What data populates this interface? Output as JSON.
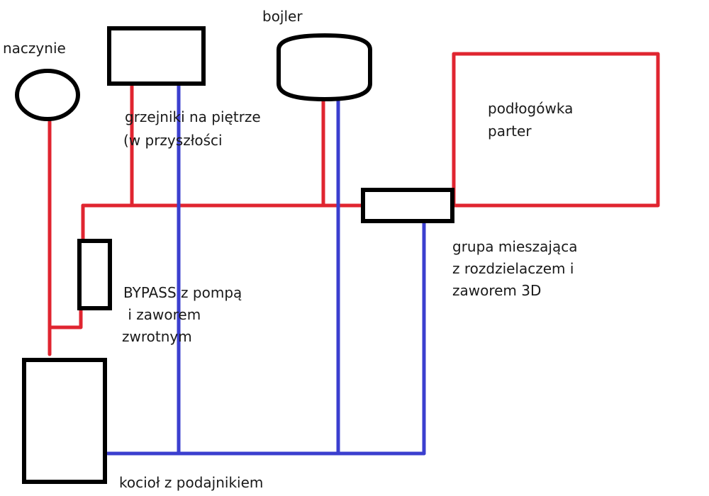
{
  "labels": {
    "naczynie": "naczynie",
    "bojler": "bojler",
    "grzejniki_line1": "grzejniki na piętrze",
    "grzejniki_line2": "(w przyszłości",
    "podlogowka_line1": "podłogówka",
    "podlogowka_line2": "parter",
    "grupa_line1": "grupa mieszająca",
    "grupa_line2": "z rozdzielaczem i",
    "grupa_line3": "zaworem 3D",
    "bypass_line1": "BYPASS z pompą",
    "bypass_line2": " i zaworem",
    "bypass_line3": "zwrotnym",
    "kociol": "kocioł z podajnikiem"
  },
  "colors": {
    "supply": "#e02530",
    "return": "#3b3fcf",
    "outline": "#000000"
  }
}
